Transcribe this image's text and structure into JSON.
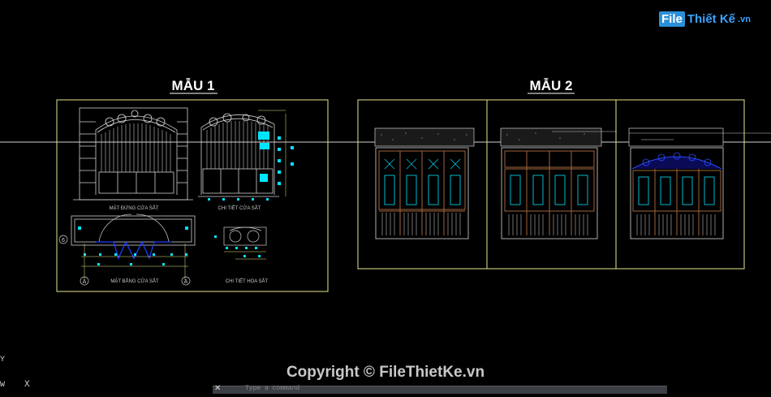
{
  "watermark_logo": {
    "file": "File",
    "name": "Thiết Kế",
    "domain": ".vn"
  },
  "titles": {
    "mau1": "MẪU 1",
    "mau2": "MẪU 2"
  },
  "mau1_labels": {
    "front_elevation": "MẶT ĐỨNG CỬA SẮT",
    "iron_door_detail": "CHI TIẾT CỬA SẮT",
    "floor_plan": "MẶT BẰNG CỬA SẮT",
    "pattern_detail": "CHI TIẾT HOA SẮT",
    "axis_a_left": "A",
    "axis_a_right": "A",
    "axis_6": "6"
  },
  "copyright": "Copyright © FileThietKe.vn",
  "command_line": {
    "close": "✕",
    "prompt": "Type a command"
  },
  "ucs": {
    "y": "Y",
    "w": "W",
    "x": "X"
  },
  "colors": {
    "frame": "#e6e68c",
    "cyan_dim": "#00e5ff",
    "white_line": "#dcdcdc",
    "title_text": "#ffffff",
    "door_brown": "#a0643c",
    "door_blue": "#1e3cff"
  }
}
